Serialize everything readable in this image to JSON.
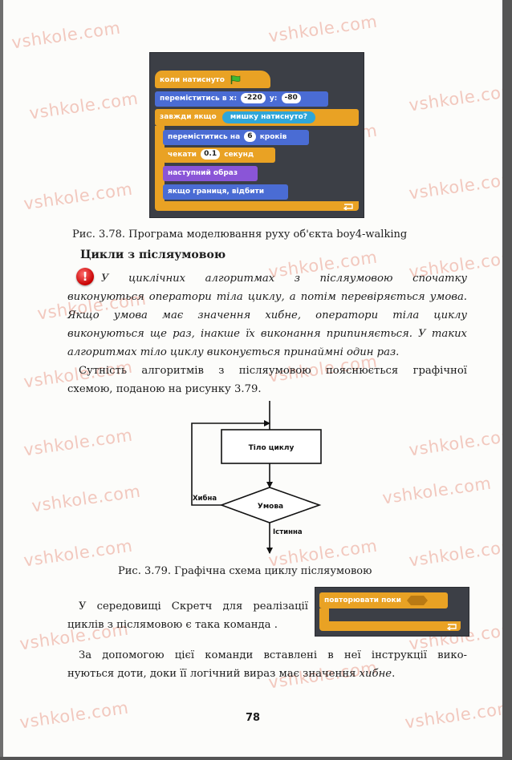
{
  "watermark": "vshkole.com",
  "scratch1": {
    "when_flag": "коли натиснуто",
    "goto_x": "переміститись в x:",
    "x_val": "-220",
    "y_label": "y:",
    "y_val": "-80",
    "forever_if": "завжди якщо",
    "mouse_down": "мишку натиснуто?",
    "move": "переміститись на",
    "move_val": "6",
    "steps": "кроків",
    "wait": "чекати",
    "wait_val": "0.1",
    "seconds": "секунд",
    "next_costume": "наступний образ",
    "bounce": "якщо границя, відбити"
  },
  "caption1": "Рис. 3.78. Програма моделювання руху об'єкта boy4-walking",
  "heading": "Цикли з післяумовою",
  "definition_lines": [
    "У циклічних алгоритмах з післяумовою спочатку",
    "виконуються оператори тіла циклу, а потім перевіряється умова.",
    "Якщо умова має значення хибне, оператори тіла циклу",
    "виконуються ще раз, інакше їх виконання припиняється. У таких",
    "алгоритмах тіло циклу виконується принаймні один раз."
  ],
  "para2_lines": [
    "Сутність алгоритмів з післяумовою пояснюється графічної",
    "схемою, поданою на рисунку 3.79."
  ],
  "flowchart": {
    "body": "Тіло циклу",
    "condition": "Умова",
    "false_label": "Хибна",
    "true_label": "Істинна"
  },
  "caption2": "Рис. 3.79. Графічна схема циклу післяумовою",
  "para3_lines": [
    "У середовищі Скретч для реалізації",
    "циклів з післямовою є така команда ."
  ],
  "scratch2": {
    "repeat_until": "повторювати поки"
  },
  "para4_line1": "За допомогою цієї команди вставлені в неї інструкції вико-",
  "para4_line2_prefix": "нуються доти, доки її логічний вираз має значення ",
  "para4_line2_italic": "хибне",
  "para4_line2_suffix": ".",
  "page_number": "78"
}
